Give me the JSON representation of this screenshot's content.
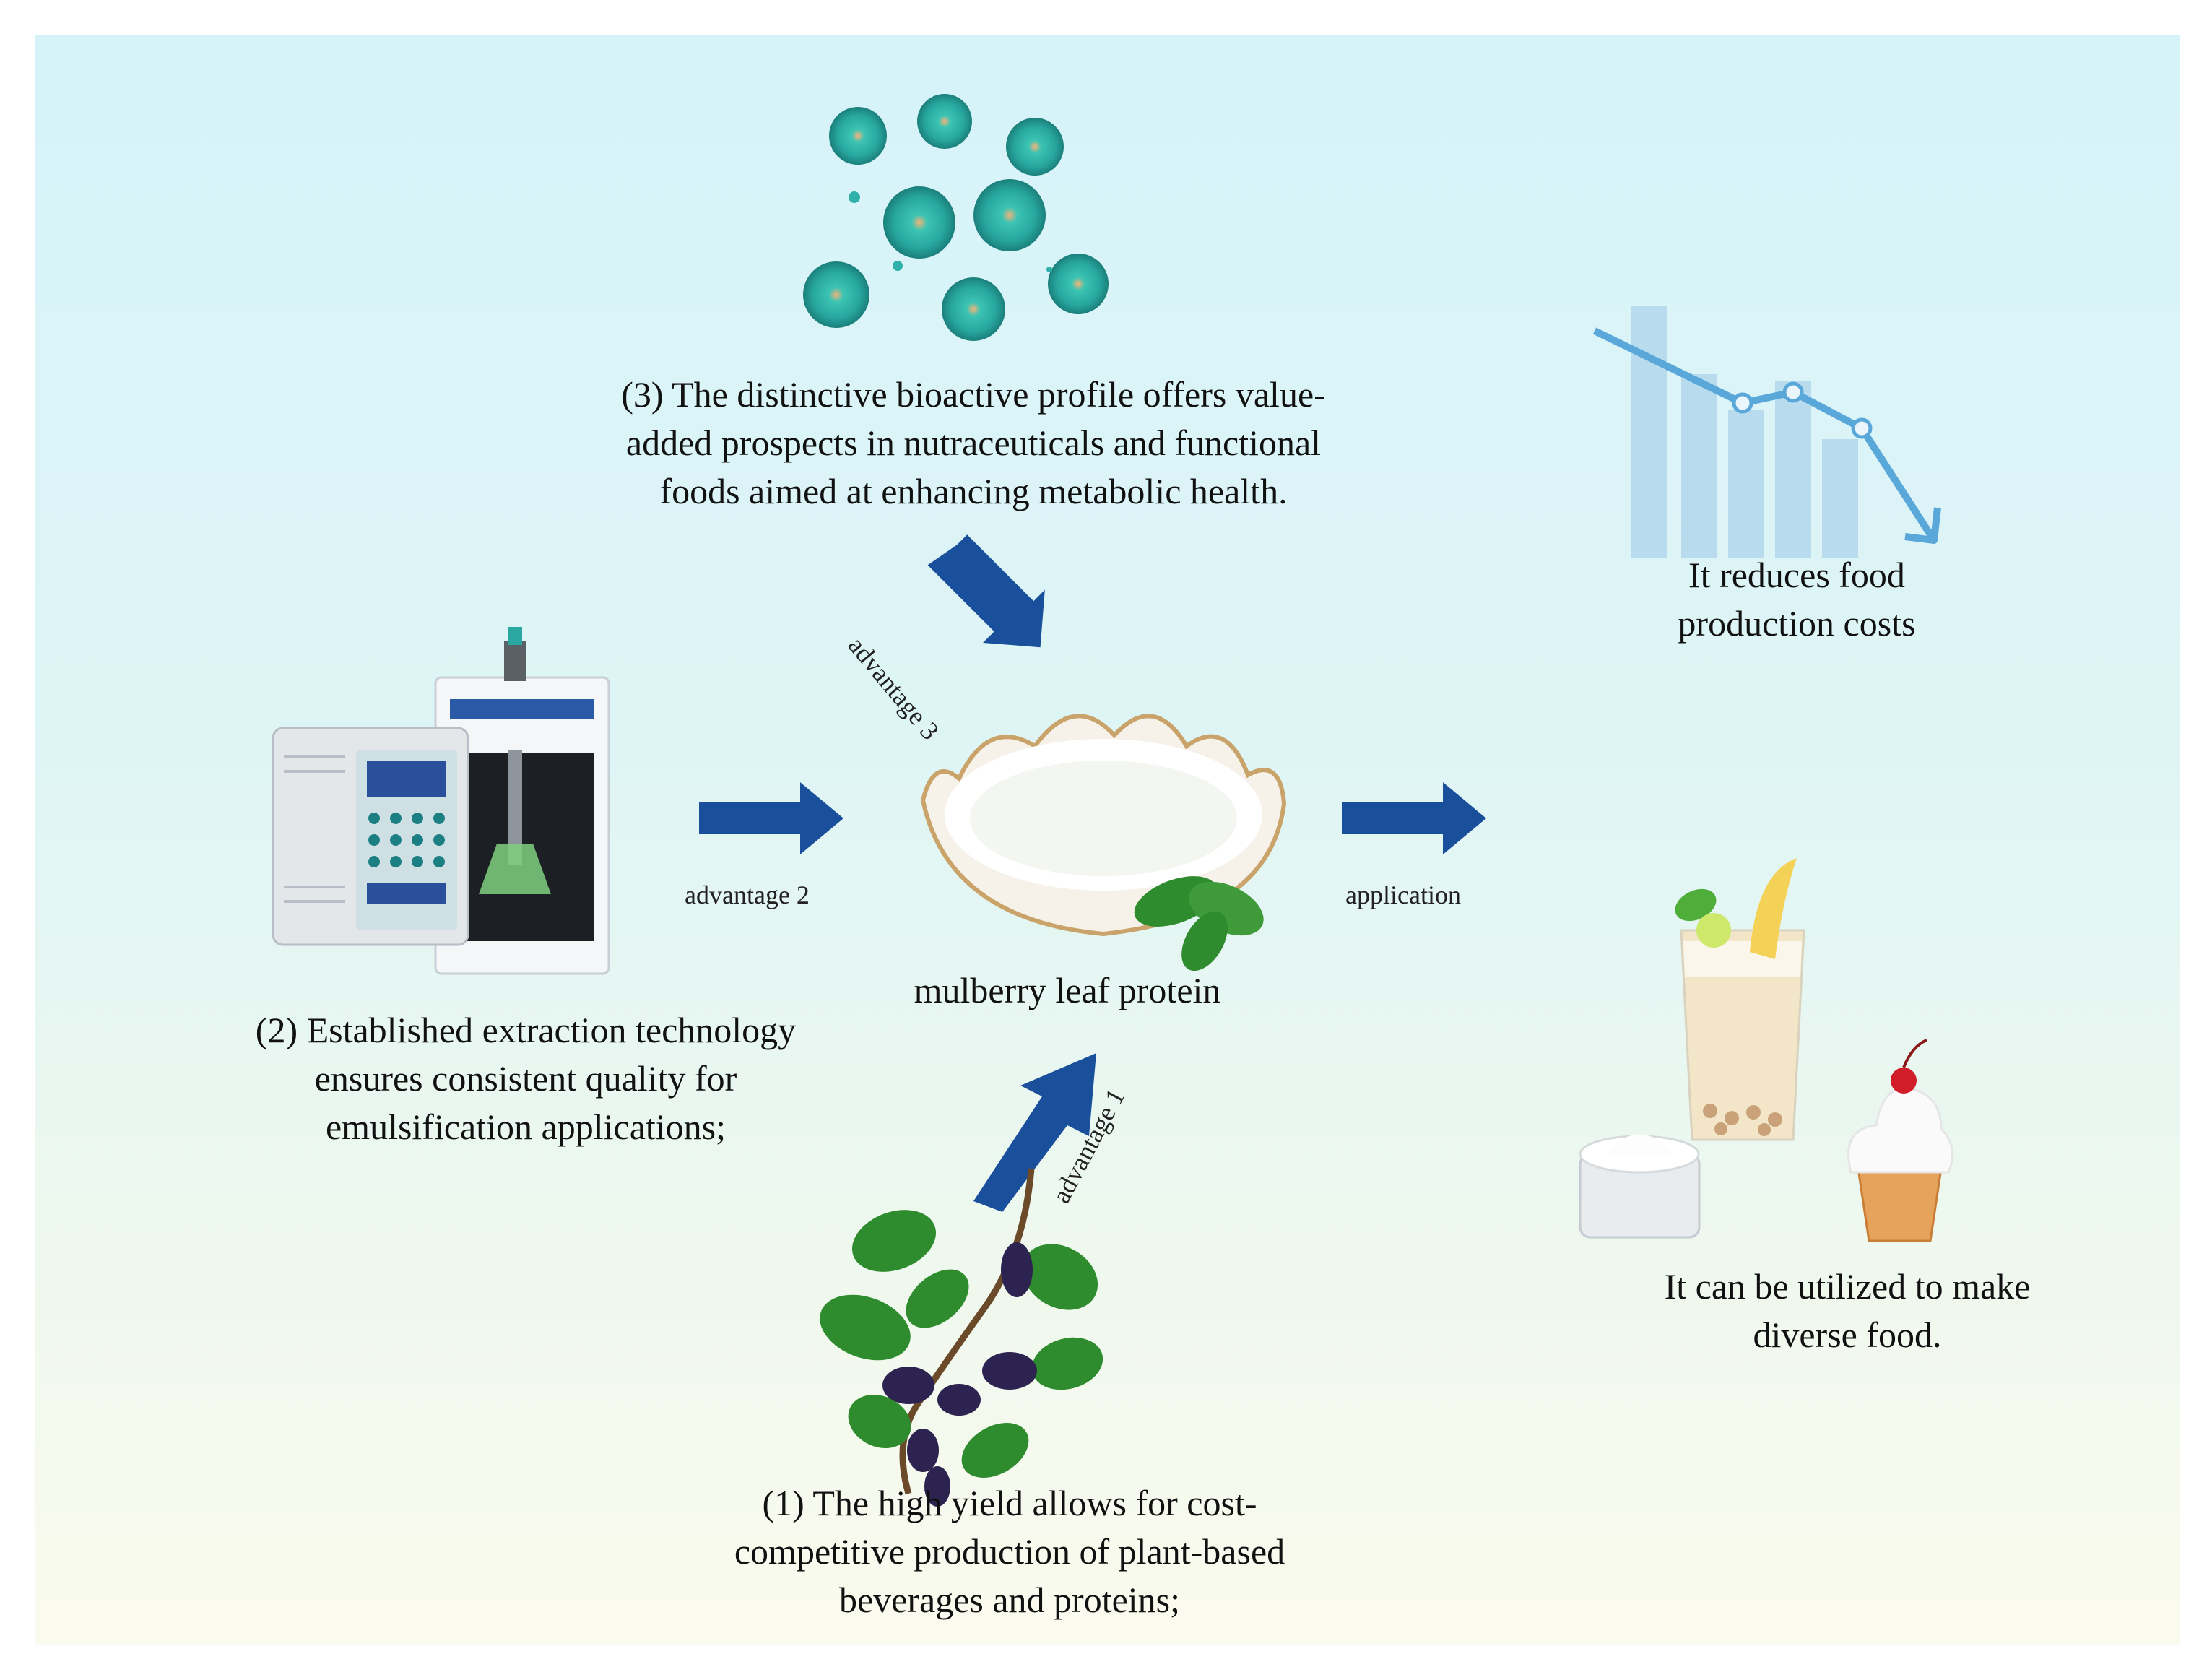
{
  "center": {
    "label": "mulberry leaf protein"
  },
  "advantages": {
    "a1": {
      "label": "advantage 1",
      "text": "(1) The high yield allows for cost-\ncompetitive production of plant-based\nbeverages and proteins;"
    },
    "a2": {
      "label": "advantage 2",
      "text": "(2) Established extraction technology\nensures consistent quality for\nemulsification applications;"
    },
    "a3": {
      "label": "advantage 3",
      "text": "(3) The distinctive bioactive profile offers value-\nadded prospects in nutraceuticals and functional\nfoods aimed at enhancing metabolic health."
    }
  },
  "application": {
    "label": "application",
    "costs": "It reduces food\nproduction costs",
    "foods": "It can be utilized to make\ndiverse food."
  },
  "colors": {
    "arrow": "#1a4f9c",
    "chart_bar": "#b8dcee",
    "chart_line": "#5aa7d9",
    "leaf": "#2e8b2e",
    "berry": "#2d2350",
    "cell": "#2fb0a8"
  },
  "icons": [
    "cells-icon",
    "cost-down-chart-icon",
    "ultrasonic-device-icon",
    "protein-powder-bowl-icon",
    "mulberry-branch-icon",
    "food-products-icon"
  ]
}
